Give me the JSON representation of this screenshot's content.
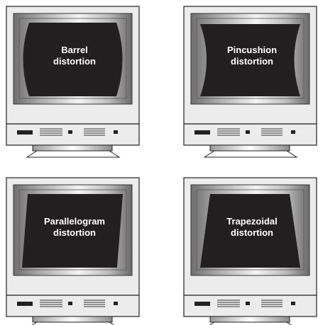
{
  "panels": [
    {
      "id": "barrel",
      "line1": "Barrel",
      "line2": "distortion"
    },
    {
      "id": "pincushion",
      "line1": "Pincushion",
      "line2": "distortion"
    },
    {
      "id": "parallelogram",
      "line1": "Parallelogram",
      "line2": "distortion"
    },
    {
      "id": "trapezoidal",
      "line1": "Trapezoidal",
      "line2": "distortion"
    }
  ]
}
